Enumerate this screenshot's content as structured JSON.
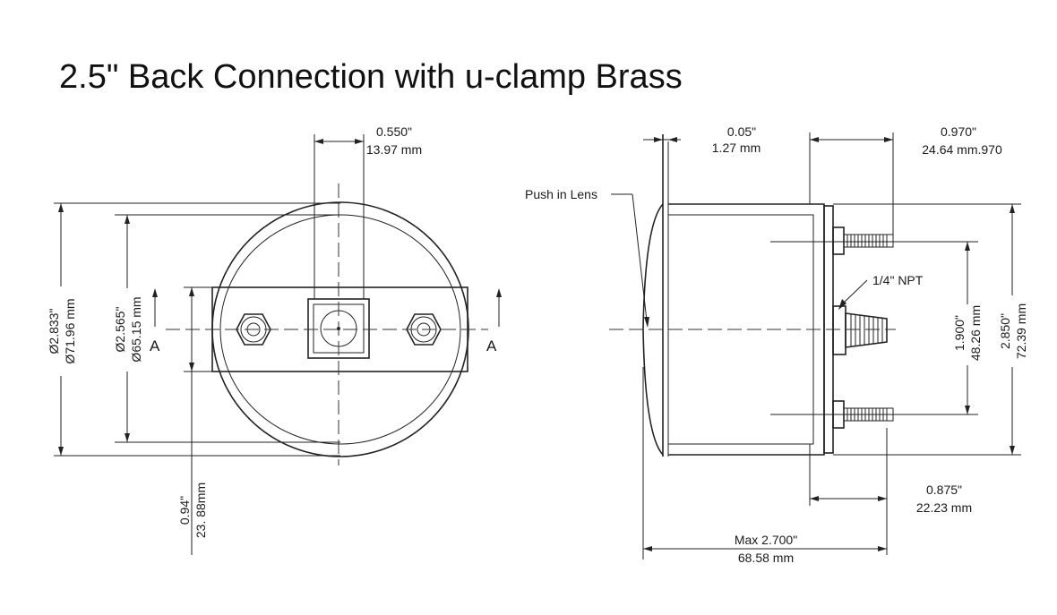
{
  "title": "2.5\" Back Connection with u-clamp Brass",
  "front_view": {
    "top_dim": {
      "in": "0.550\"",
      "mm": "13.97 mm"
    },
    "outer_dia": {
      "in": "Ø2.833\"",
      "mm": "Ø71.96 mm"
    },
    "inner_dia": {
      "in": "Ø2.565\"",
      "mm": "Ø65.15 mm"
    },
    "clamp_height": {
      "in": "0.94\"",
      "mm": "23. 88mm"
    },
    "section_left": "A",
    "section_right": "A"
  },
  "side_view": {
    "lens_dim": {
      "in": "0.05\"",
      "mm": "1.27 mm"
    },
    "stud_dim": {
      "in": "0.970\"",
      "mm": "24.64 mm.970"
    },
    "push_in_lens": "Push in Lens",
    "npt": "1/4\" NPT",
    "stud_spacing": {
      "in": "1.900\"",
      "mm": "48.26 mm"
    },
    "height": {
      "in": "2.850\"",
      "mm": "72.39 mm"
    },
    "back_dim": {
      "in": "0.875\"",
      "mm": "22.23 mm"
    },
    "max_len": {
      "in": "Max 2.700\"",
      "mm": "68.58 mm"
    }
  }
}
